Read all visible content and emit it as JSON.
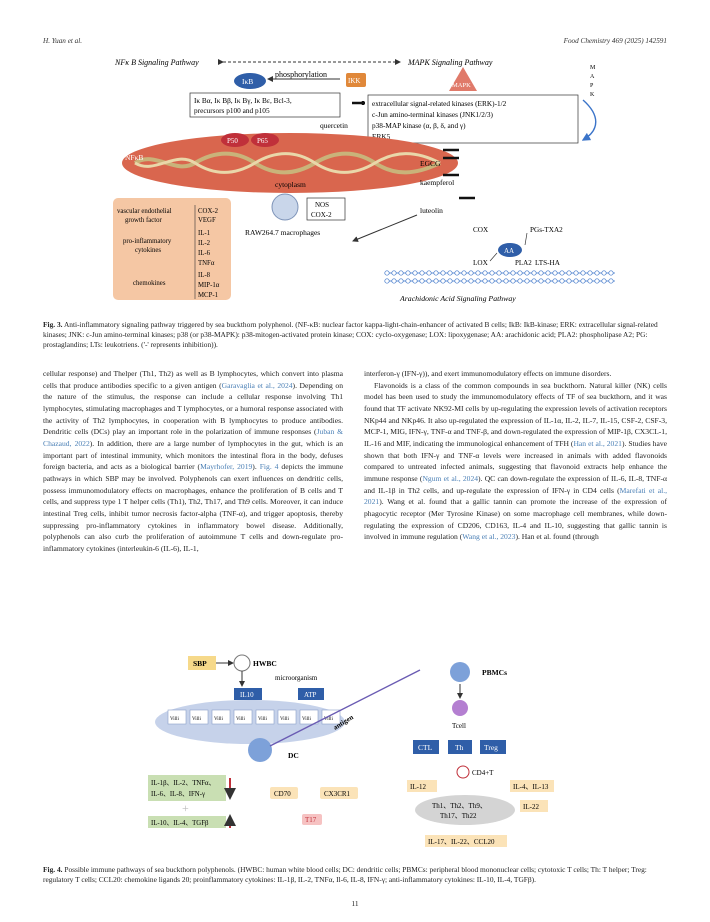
{
  "header": {
    "left": "H. Yuan et al.",
    "right": "Food Chemistry 469 (2025) 142591"
  },
  "fig3": {
    "nfkb_title": "NFκ B Signaling Pathway",
    "mapk_title": "MAPK Signaling Pathway",
    "ikb": "IκB",
    "phosphorylation": "phosphorylation",
    "ikk": "IKK",
    "mapk": "MAPK",
    "ikb_list_1": "Iκ Bα, Iκ Bβ, Iκ Bγ, Iκ Bε, Bcl-3,",
    "ikb_list_2": "precursors p100 and p105",
    "mapk_list": [
      "extracellular signal-related kinases (ERK)-1/2",
      "c-Jun amino-terminal kinases (JNK1/2/3)",
      "p38-MAP kinase (α, β, δ, and γ)",
      "ERK5"
    ],
    "mapk_vertical": [
      "M",
      "A",
      "P",
      "K"
    ],
    "quercetin": "quercetin",
    "p50": "P50",
    "p65": "P65",
    "nfkb": "NFκB",
    "cytoplasm": "cytoplasm",
    "egcg": "EGCG",
    "kaempferol": "kaempferol",
    "nos": "NOS",
    "cox2": "COX-2",
    "raw": "RAW264.7 macrophages",
    "luteolin": "luteolin",
    "cox": "COX",
    "pg_txa2": "PGs-TXA2",
    "aa": "AA",
    "lox": "LOX",
    "pla2": "PLA2",
    "lts_ha": "LTS-HA",
    "aa_pathway": "Arachidonic Acid Signaling Pathway",
    "box_rows": [
      {
        "label_1": "vascular endothelial",
        "label_2": "growth factor",
        "items": [
          "COX-2",
          "VEGF"
        ]
      },
      {
        "label_1": "pro-inflammatory",
        "label_2": "cytokines",
        "items": [
          "IL-1",
          "IL-2",
          "IL-6",
          "TNFα"
        ]
      },
      {
        "label_1": "chemokines",
        "label_2": "",
        "items": [
          "IL-8",
          "MIP-1α",
          "MCP-1"
        ]
      }
    ]
  },
  "cap3": {
    "label": "Fig. 3.",
    "text": " Anti-inflammatory signaling pathway triggered by sea buckthorn polyphenol. (NF-κB: nuclear factor kappa-light-chain-enhancer of activated B cells; IkB: IkB-kinase; ERK: extracellular signal-related kinases; JNK: c-Jun amino-terminal kinases; p38 (or p38-MAPK): p38-mitogen-activated protein kinase; COX: cyclo-oxygenase; LOX: lipoxygenase; AA: arachidonic acid; PLA2: phospholipase A2; PG: prostaglandins; LTs: leukotriens. ('-' represents inhibition))."
  },
  "left_col": {
    "p1a": "cellular response) and Thelper (Th1, Th2) as well as B lymphocytes, which convert into plasma cells that produce antibodies specific to a given antigen (",
    "ref1": "Garavaglia et al., 2024",
    "p1b": "). Depending on the nature of the stimulus, the response can include a cellular response involving Th1 lymphocytes, stimulating macrophages and T lymphocytes, or a humoral response associated with the activity of Th2 lymphocytes, in cooperation with B lymphocytes to produce antibodies. Dendritic cells (DCs) play an important role in the polarization of immune responses (",
    "ref2": "Juban & Chazaud, 2022",
    "p1c": "). In addition, there are a large number of lymphocytes in the gut, which is an important part of intestinal immunity, which monitors the intestinal flora in the body, defuses foreign bacteria, and acts as a biological barrier (",
    "ref3": "Mayrhofer, 2019",
    "p1d": "). ",
    "ref4": "Fig. 4",
    "p1e": " depicts the immune pathways in which SBP may be involved. Polyphenols can exert influences on dendritic cells, possess immunomodulatory effects on macrophages, enhance the proliferation of B cells and T cells, and suppress type 1 T helper cells (Th1), Th2, Th17, and Th9 cells. Moreover, it can induce intestinal Treg cells, inhibit tumor necrosis factor-alpha (TNF-α), and trigger apoptosis, thereby suppressing pro-inflammatory cytokines in inflammatory bowel disease. Additionally, polyphenols can also curb the proliferation of autoimmune T cells and down-regulate pro-inflammatory cytokines (interleukin-6 (IL-6), IL-1,"
  },
  "right_col": {
    "p1": "interferon-γ (IFN-γ)), and exert immunomodulatory effects on immune disorders.",
    "p2a": "Flavonoids is a class of the common compounds in sea buckthorn. Natural killer (NK) cells model has been used to study the immunomodulatory effects of TF of sea buckthorn, and it was found that TF activate NK92-MI cells by up-regulating the expression levels of activation receptors NKp44 and NKp46. It also up-regulated the expression of IL-1α, IL-2, IL-7, IL-15, CSF-2, CSF-3, MCP-1, MIG, IFN-γ, TNF-α and TNF-β, and down-regulated the expression of MIP-1β, CX3CL-1, IL-16 and MIF, indicating the immunological enhancement of TFH (",
    "ref1": "Han et al., 2021",
    "p2b": "). Studies have shown that both IFN-γ and TNF-α levels were increased in animals with added flavonoids compared to untreated infected animals, suggesting that flavonoid extracts help enhance the immune response (",
    "ref2": "Ngum et al., 2024",
    "p2c": "). QC can down-regulate the expression of IL-6, IL-8, TNF-α and IL-1β in Th2 cells, and up-regulate the expression of IFN-γ in CD4 cells (",
    "ref3": "Marefati et al., 2021",
    "p2d": "). Wang et al. found that a gallic tannin can promote the increase of the expression of phagocytic receptor (Mer Tyrosine Kinase) on some macrophage cell membranes, while down-regulating the expression of CD206, CD163, IL-4 and IL-10, suggesting that gallic tannin is involved in immune regulation (",
    "ref4": "Wang et al., 2023",
    "p2e": "). Han et al. found (through"
  },
  "fig4": {
    "sbp": "SBP",
    "hwbc": "HWBC",
    "microorganism": "microorganism",
    "il10": "IL10",
    "atp": "ATP",
    "villi": "Villi",
    "dc": "DC",
    "antigen": "antigen",
    "pbmcs": "PBMCs",
    "tcell": "Tcell",
    "ctl": "CTL",
    "th": "Th",
    "treg": "Treg",
    "cd4t": "CD4+T",
    "il12": "IL-12",
    "il4_13": "IL-4、IL-13",
    "il22": "IL-22",
    "th_line1": "Th1、Th2、Th9、",
    "th_line2": "Th17、Th22",
    "il17": "IL-17、IL-22、CCL20",
    "cyto_up_1": "IL-1β、IL-2、TNFα、",
    "cyto_up_2": "IL-6、IL-8、IFN-γ",
    "cyto_down": "IL-10、IL-4、TGFβ",
    "cd70": "CD70",
    "cx3cr1": "CX3CR1",
    "t17": "T17"
  },
  "cap4": {
    "label": "Fig. 4.",
    "text": " Possible immune pathways of sea buckthorn polyphenols. (HWBC: human white blood cells; DC: dendritic cells; PBMCs: peripheral blood mononuclear cells; cytotoxic T cells; Th: T helper; Treg: regulatory T cells; CCL20: chemokine ligands 20; proinflammatory cytokines: IL-1β, IL-2, TNFα, Il-6, IL-8, IFN-γ; anti-inflammatory cytokines: IL-10, IL-4, TGFβ)."
  },
  "page_number": "11"
}
